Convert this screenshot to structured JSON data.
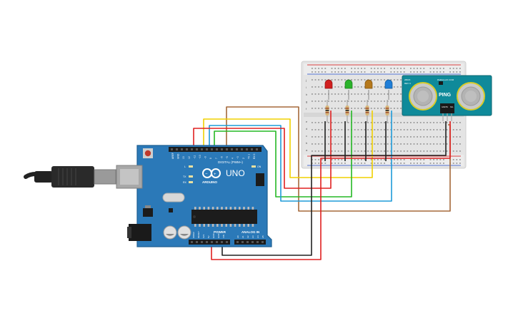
{
  "board": {
    "name": "UNO",
    "brand": "ARDUINO",
    "digital_label": "DIGITAL (PWM~)",
    "power_label": "POWER",
    "analog_label": "ANALOG IN",
    "led_labels": [
      "L",
      "TX",
      "RX"
    ],
    "on_label": "ON",
    "digital_pins": [
      "AREF",
      "GND",
      "13",
      "12",
      "~11",
      "~10",
      "~9",
      "8",
      "7",
      "~6",
      "~5",
      "4",
      "~3",
      "2",
      "TX 1",
      "RX 0"
    ],
    "power_pins": [
      "IOREF",
      "RESET",
      "3V3",
      "5V",
      "GND",
      "GND",
      "VIN"
    ],
    "analog_pins": [
      "A0",
      "A1",
      "A2",
      "A3",
      "A4",
      "A5"
    ]
  },
  "sensor": {
    "name": "PING",
    "mark": "PARALLAX.COM",
    "model": "28015",
    "rev": "REV C",
    "pins": [
      "GND",
      "5V",
      "SIG"
    ]
  },
  "breadboard": {
    "row_letters_top": [
      "j",
      "i",
      "h",
      "g",
      "f"
    ],
    "row_letters_bottom": [
      "e",
      "d",
      "c",
      "b",
      "a"
    ]
  },
  "leds": [
    {
      "color": "#d11f1f"
    },
    {
      "color": "#2bb32b"
    },
    {
      "color": "#b5781b"
    },
    {
      "color": "#1f7ed8"
    }
  ],
  "wire_colors": {
    "red": "#e02020",
    "black": "#222222",
    "green": "#25b825",
    "yellow": "#f0d000",
    "blue": "#1f9bd9",
    "brown": "#a5693a"
  },
  "colors": {
    "board": "#2b79b8",
    "board_edge": "#1d5f92",
    "breadboard": "#e6e6e6",
    "sensor": "#0f8a9a"
  }
}
